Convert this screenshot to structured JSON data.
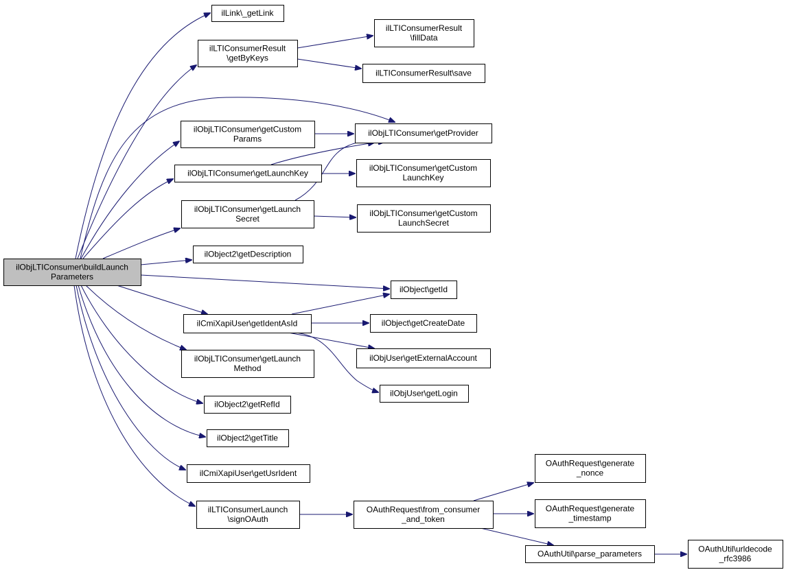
{
  "diagram": {
    "type": "call-graph",
    "edge_color": "#191970",
    "root_fill": "#bfbfbf",
    "node_fill": "#ffffff",
    "nodes": [
      {
        "id": "root",
        "lines": [
          "ilObjLTIConsumer\\buildLaunch",
          "Parameters"
        ],
        "root": true
      },
      {
        "id": "n_getlink",
        "lines": [
          "ilLink\\_getLink"
        ]
      },
      {
        "id": "n_getbykeys",
        "lines": [
          "ilLTIConsumerResult",
          "\\getByKeys"
        ]
      },
      {
        "id": "n_filldata",
        "lines": [
          "ilLTIConsumerResult",
          "\\fillData"
        ]
      },
      {
        "id": "n_save",
        "lines": [
          "ilLTIConsumerResult\\save"
        ]
      },
      {
        "id": "n_getcustomparams",
        "lines": [
          "ilObjLTIConsumer\\getCustom",
          "Params"
        ]
      },
      {
        "id": "n_getprovider",
        "lines": [
          "ilObjLTIConsumer\\getProvider"
        ]
      },
      {
        "id": "n_getlaunchkey",
        "lines": [
          "ilObjLTIConsumer\\getLaunchKey"
        ]
      },
      {
        "id": "n_getcustomlaunchkey",
        "lines": [
          "ilObjLTIConsumer\\getCustom",
          "LaunchKey"
        ]
      },
      {
        "id": "n_getlaunchsecret",
        "lines": [
          "ilObjLTIConsumer\\getLaunch",
          "Secret"
        ]
      },
      {
        "id": "n_getcustomlaunchsecret",
        "lines": [
          "ilObjLTIConsumer\\getCustom",
          "LaunchSecret"
        ]
      },
      {
        "id": "n_getdescription",
        "lines": [
          "ilObject2\\getDescription"
        ]
      },
      {
        "id": "n_getid",
        "lines": [
          "ilObject\\getId"
        ]
      },
      {
        "id": "n_getidentasid",
        "lines": [
          "ilCmiXapiUser\\getIdentAsId"
        ]
      },
      {
        "id": "n_getcreatedate",
        "lines": [
          "ilObject\\getCreateDate"
        ]
      },
      {
        "id": "n_getexternalaccount",
        "lines": [
          "ilObjUser\\getExternalAccount"
        ]
      },
      {
        "id": "n_getlogin",
        "lines": [
          "ilObjUser\\getLogin"
        ]
      },
      {
        "id": "n_getlaunchmethod",
        "lines": [
          "ilObjLTIConsumer\\getLaunch",
          "Method"
        ]
      },
      {
        "id": "n_getrefid",
        "lines": [
          "ilObject2\\getRefId"
        ]
      },
      {
        "id": "n_gettitle",
        "lines": [
          "ilObject2\\getTitle"
        ]
      },
      {
        "id": "n_getusrident",
        "lines": [
          "ilCmiXapiUser\\getUsrIdent"
        ]
      },
      {
        "id": "n_signoauth",
        "lines": [
          "ilLTIConsumerLaunch",
          "\\signOAuth"
        ]
      },
      {
        "id": "n_fromconsumer",
        "lines": [
          "OAuthRequest\\from_consumer",
          "_and_token"
        ]
      },
      {
        "id": "n_gennonce",
        "lines": [
          "OAuthRequest\\generate",
          "_nonce"
        ]
      },
      {
        "id": "n_gentimestamp",
        "lines": [
          "OAuthRequest\\generate",
          "_timestamp"
        ]
      },
      {
        "id": "n_parseparams",
        "lines": [
          "OAuthUtil\\parse_parameters"
        ]
      },
      {
        "id": "n_urldecode",
        "lines": [
          "OAuthUtil\\urldecode",
          "_rfc3986"
        ]
      }
    ],
    "edges": [
      {
        "from": "root",
        "to": "n_getlink"
      },
      {
        "from": "root",
        "to": "n_getbykeys"
      },
      {
        "from": "n_getbykeys",
        "to": "n_filldata"
      },
      {
        "from": "n_getbykeys",
        "to": "n_save"
      },
      {
        "from": "root",
        "to": "n_getprovider"
      },
      {
        "from": "root",
        "to": "n_getcustomparams"
      },
      {
        "from": "n_getcustomparams",
        "to": "n_getprovider"
      },
      {
        "from": "root",
        "to": "n_getlaunchkey"
      },
      {
        "from": "n_getlaunchkey",
        "to": "n_getprovider"
      },
      {
        "from": "n_getlaunchkey",
        "to": "n_getcustomlaunchkey"
      },
      {
        "from": "root",
        "to": "n_getlaunchsecret"
      },
      {
        "from": "n_getlaunchsecret",
        "to": "n_getprovider"
      },
      {
        "from": "n_getlaunchsecret",
        "to": "n_getcustomlaunchsecret"
      },
      {
        "from": "root",
        "to": "n_getdescription"
      },
      {
        "from": "root",
        "to": "n_getid"
      },
      {
        "from": "root",
        "to": "n_getidentasid"
      },
      {
        "from": "n_getidentasid",
        "to": "n_getid"
      },
      {
        "from": "n_getidentasid",
        "to": "n_getcreatedate"
      },
      {
        "from": "n_getidentasid",
        "to": "n_getexternalaccount"
      },
      {
        "from": "n_getidentasid",
        "to": "n_getlogin"
      },
      {
        "from": "root",
        "to": "n_getlaunchmethod"
      },
      {
        "from": "root",
        "to": "n_getrefid"
      },
      {
        "from": "root",
        "to": "n_gettitle"
      },
      {
        "from": "root",
        "to": "n_getusrident"
      },
      {
        "from": "root",
        "to": "n_signoauth"
      },
      {
        "from": "n_signoauth",
        "to": "n_fromconsumer"
      },
      {
        "from": "n_fromconsumer",
        "to": "n_gennonce"
      },
      {
        "from": "n_fromconsumer",
        "to": "n_gentimestamp"
      },
      {
        "from": "n_fromconsumer",
        "to": "n_parseparams"
      },
      {
        "from": "n_parseparams",
        "to": "n_urldecode"
      }
    ]
  }
}
